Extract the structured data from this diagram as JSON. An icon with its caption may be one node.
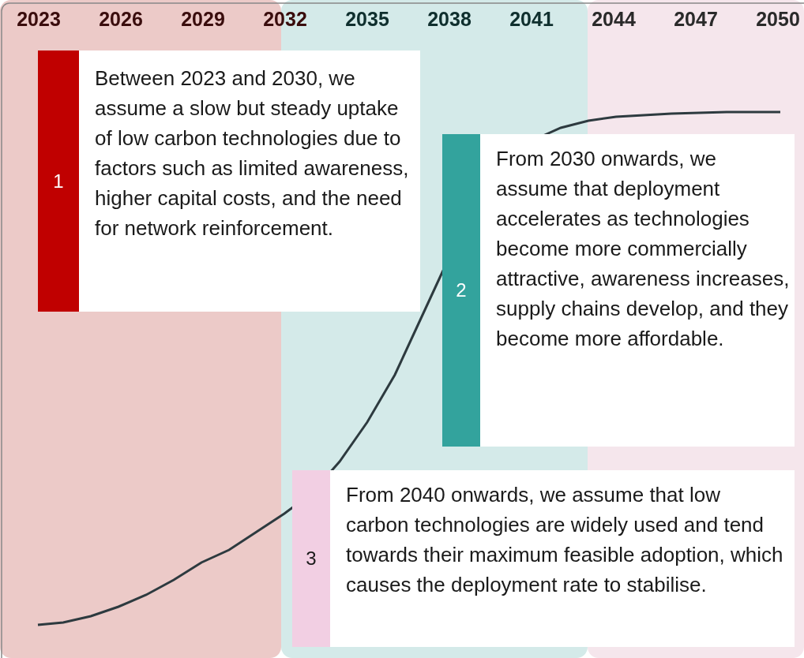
{
  "diagram": {
    "nodes": [
      {
        "text": [
          "1",
          "Between 2023 and 2030, we assume a slow but steady uptake of low carbon technologies due to factors such as limited awareness, higher capital costs, and the need for network reinforcement."
        ]
      },
      {
        "text": [
          "2",
          "From 2030 onwards, we assume that deployment accelerates as technologies become more commercially attractive, awareness increases, supply chains develop, and they become more affordable."
        ]
      },
      {
        "text": [
          "3",
          "From 2040 onwards, we assume that low carbon technologies are widely used and tend towards their maximum feasible adoption, which causes the deployment rate to stabilise."
        ]
      }
    ],
    "labels": [
      "2023",
      "2026",
      "2029",
      "2032",
      "2035",
      "2038",
      "2041",
      "2044",
      "2047",
      "2050"
    ]
  }
}
